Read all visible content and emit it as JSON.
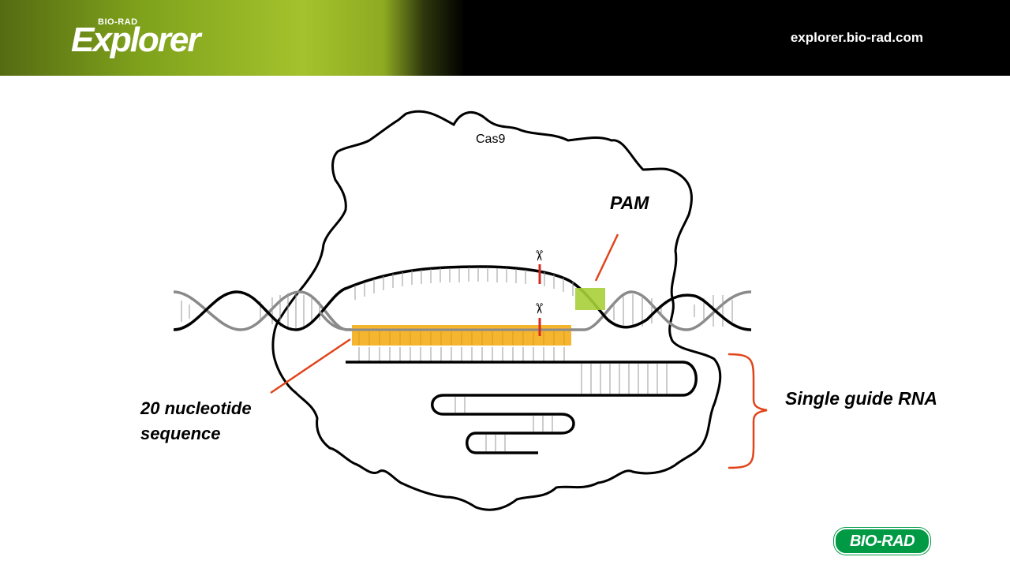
{
  "header": {
    "logo_small": "BIO-RAD",
    "logo_big": "Explorer",
    "url": "explorer.bio-rad.com"
  },
  "diagram": {
    "protein_label": "Cas9",
    "pam_label": "PAM",
    "guide_seq_label_line1": "20 nucleotide",
    "guide_seq_label_line2": "sequence",
    "sgrna_label": "Single guide RNA",
    "scissors_glyph": "✂"
  },
  "footer": {
    "brand_badge": "BIO-RAD"
  },
  "colors": {
    "accent_green": "#a4c22c",
    "pam_green": "#a8cf3a",
    "guide_orange": "#f5b52e",
    "leader_red": "#e0451b",
    "cut_red": "#d62a1e",
    "brand_green": "#009a45"
  }
}
